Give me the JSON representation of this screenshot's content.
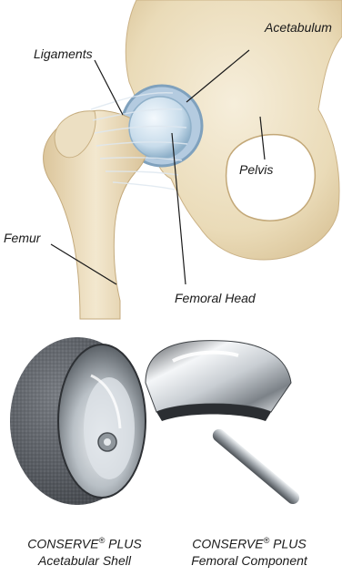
{
  "labels": {
    "acetabulum": "Acetabulum",
    "ligaments": "Ligaments",
    "pelvis": "Pelvis",
    "femur": "Femur",
    "femoral_head": "Femoral Head"
  },
  "captions": {
    "shell": {
      "brand": "CONSERVE",
      "reg": "®",
      "product": "PLUS",
      "name": "Acetabular Shell"
    },
    "femoral": {
      "brand": "CONSERVE",
      "reg": "®",
      "product": "PLUS",
      "name": "Femoral Component"
    }
  },
  "colors": {
    "bone": "#efe3c6",
    "bone_shadow": "#d6c39c",
    "cartilage": "#b9d3e6",
    "metal_dark": "#3b3f44",
    "metal_light": "#e8ecef"
  }
}
